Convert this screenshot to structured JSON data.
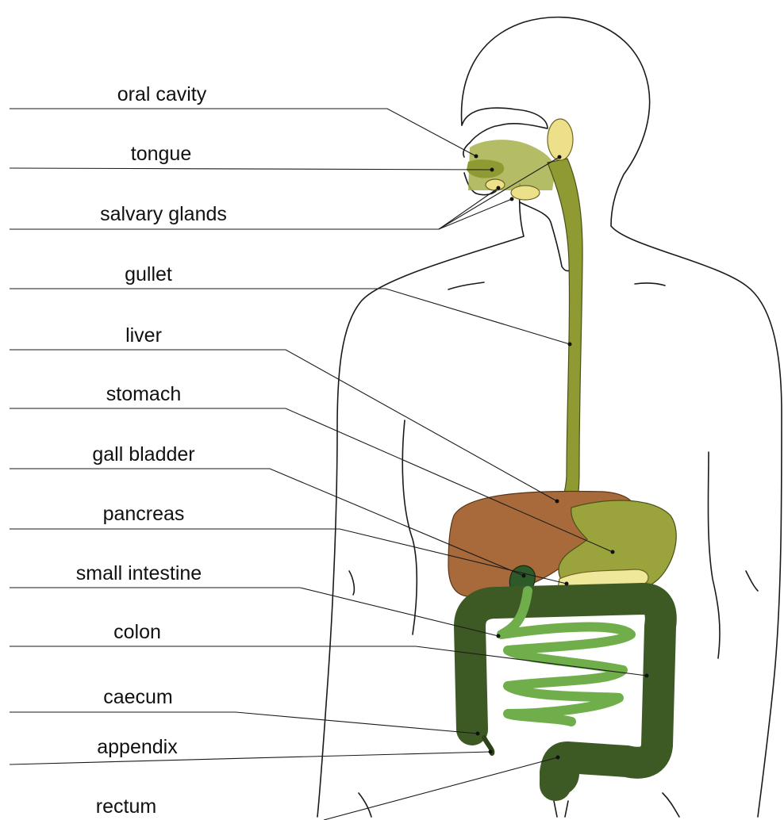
{
  "labels": {
    "oral_cavity": "oral cavity",
    "tongue": "tongue",
    "salivary_glands": "salvary glands",
    "gullet": "gullet",
    "liver": "liver",
    "stomach": "stomach",
    "gall_bladder": "gall bladder",
    "pancreas": "pancreas",
    "small_intestine": "small intestine",
    "colon": "colon",
    "caecum": "caecum",
    "appendix": "appendix",
    "rectum": "rectum"
  },
  "colors": {
    "outline": "#1a1a1a",
    "gullet_mouth": "#8f9a33",
    "liver": "#a86a3a",
    "stomach": "#9aa33c",
    "gall_bladder": "#2e5a2a",
    "pancreas": "#efe79a",
    "small_intestine": "#6fae4a",
    "colon": "#3d5a25",
    "salivary_gland": "#ece08a"
  }
}
